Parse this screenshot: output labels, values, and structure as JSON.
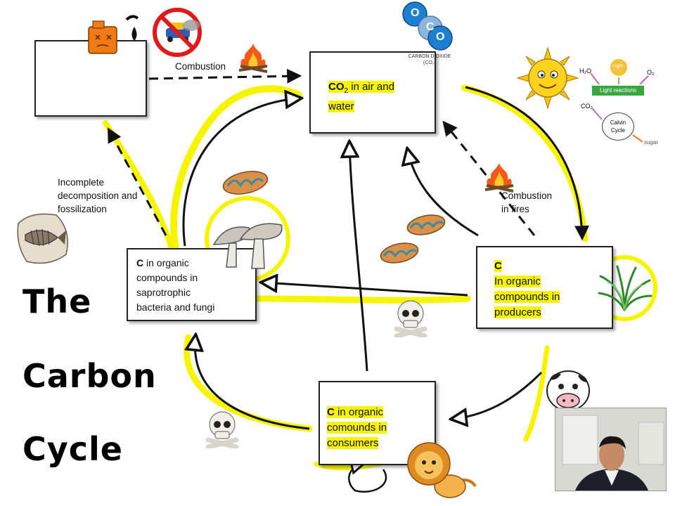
{
  "boxes": {
    "fossil_fuels": {
      "text": ""
    },
    "atmosphere": {
      "prefix": "CO",
      "subscript": "2",
      "line1_rest": " in air and",
      "line2": "water"
    },
    "saprotrophs": {
      "bold": "C",
      "line1_rest": " in organic",
      "line2": "compounds in",
      "line3": "saprotrophic",
      "line4": "bacteria and fungi"
    },
    "producers": {
      "bold": "C",
      "line2": "In organic",
      "line3": "compounds in",
      "line4": "producers"
    },
    "consumers": {
      "bold": "C",
      "line1_rest": " in organic",
      "line2": "comounds in",
      "line3": "consumers"
    }
  },
  "labels": {
    "combustion_top": "Combustion",
    "combustion_fires_1": "Combustion",
    "combustion_fires_2": "in fires",
    "decomp_1": "Incomplete",
    "decomp_2": "decomposition and",
    "decomp_3": "fossilization"
  },
  "title": {
    "line1": "The",
    "line2": "Carbon",
    "line3": "Cycle"
  },
  "molecule": {
    "atoms": [
      "O",
      "C",
      "O"
    ],
    "caption_1": "CARBON DIOXIDE",
    "caption_2": "(CO₂)"
  },
  "photosynthesis": {
    "h2o": "H₂O",
    "light": "Light",
    "o2": "O₂",
    "light_reactions": "Light reactions",
    "co2": "CO₂",
    "calvin_1": "Calvin",
    "calvin_2": "Cycle",
    "sugar": "sugar"
  },
  "colors": {
    "highlight": "#f7f400",
    "arrow": "#111111",
    "box_border": "#222222"
  },
  "icons": [
    "fuel-can-icon",
    "oil-drop-icon",
    "no-car-icon",
    "fire-icon",
    "sun-icon",
    "mitochondria-icon",
    "mushroom-icon",
    "skull-icon",
    "cow-icon",
    "lion-icon",
    "grass-icon",
    "fossil-fish-icon",
    "webcam-presenter"
  ]
}
